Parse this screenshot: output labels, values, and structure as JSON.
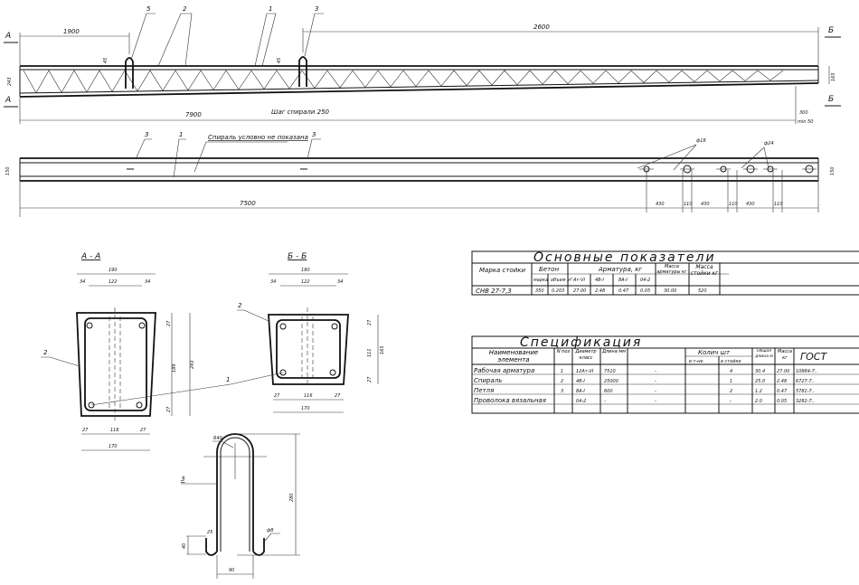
{
  "elevation": {
    "section_a": "А",
    "section_b": "Б",
    "dim_1900": "1900",
    "dim_2600": "2600",
    "dim_7900": "7900",
    "step_note": "Шаг спирали 250",
    "dim_300": "300",
    "dim_min50": "min 50",
    "dim_243": "243",
    "dim_165": "165",
    "dim_45a": "45",
    "dim_45b": "45",
    "pos_5": "5",
    "pos_2": "2",
    "pos_1": "1",
    "pos_3": "3"
  },
  "plan": {
    "dim_150_left": "150",
    "dim_150_right": "150",
    "dim_7500": "7500",
    "pos_3a": "3",
    "pos_1": "1",
    "pos_3b": "3",
    "note": "Спираль условно не показана",
    "hole_18": "ф18",
    "hole_24": "ф24",
    "gaps": [
      "430",
      "110",
      "430",
      "110",
      "430",
      "110"
    ]
  },
  "section_aa": {
    "title": "А - А",
    "w_top": "190",
    "side_l": "34",
    "mid": "122",
    "side_r": "34",
    "h_189": "189",
    "h_243": "243",
    "c_top": "27",
    "c_bot": "27",
    "b_l": "27",
    "b_mid": "116",
    "b_r": "27",
    "w_bot": "170",
    "pos_2": "2"
  },
  "section_bb": {
    "title": "Б - Б",
    "w_top": "190",
    "side_l": "34",
    "mid": "122",
    "side_r": "34",
    "h_111": "111",
    "h_165": "165",
    "c_top": "27",
    "c_bot": "27",
    "b_l": "27",
    "b_mid": "116",
    "b_r": "27",
    "w_bot": "170",
    "pos_2": "2",
    "pos_1": "1"
  },
  "loop": {
    "radius": "R40",
    "height": "280",
    "width": "90",
    "leg": "40",
    "gap": "25",
    "dia": "ф8",
    "pos_3": "3"
  },
  "main_table": {
    "title": "Основные показатели",
    "col_mark": "Марка стойки",
    "col_concrete": "Бетон",
    "sub_grade": "марка",
    "sub_volume": "объем м³",
    "col_rebar": "Арматура, кг",
    "sub_r1": "Ат-VI",
    "sub_r2": "4В-I",
    "sub_r3": "8А-I",
    "sub_r4": "04-2",
    "col_rebar_mass": "Масса арматуры кг",
    "col_post_mass": "Масса стойки кг",
    "row": [
      "СНВ 27-7,3",
      "350",
      "0.203",
      "27.00",
      "2.48",
      "0.47",
      "0.05",
      "30.00",
      "520"
    ]
  },
  "spec_table": {
    "title": "Спецификация",
    "headers": [
      "Наименование элемента",
      "N поз",
      "Диаметр класс",
      "Длина мм",
      "Колич шт",
      "Общая длина м",
      "Масса кг",
      "ГОСТ"
    ],
    "sub_qty": [
      "в т-не",
      "в стойке"
    ],
    "rows": [
      [
        "Рабочая арматура",
        "1",
        "12Ат-VI",
        "7510",
        "-",
        "4",
        "30.4",
        "27.00",
        "10884-7.."
      ],
      [
        "Спираль",
        "2",
        "4В-I",
        "25000",
        "-",
        "1",
        "25.0",
        "2.48",
        "6727-7.."
      ],
      [
        "Петля",
        "3",
        "8А-I",
        "600",
        "-",
        "2",
        "1.2",
        "0.47",
        "5781-7.."
      ],
      [
        "Проволока вязальная",
        "",
        "04-2",
        "-",
        "-",
        "-",
        "2.0",
        "0.05",
        "3282-7.."
      ]
    ]
  }
}
